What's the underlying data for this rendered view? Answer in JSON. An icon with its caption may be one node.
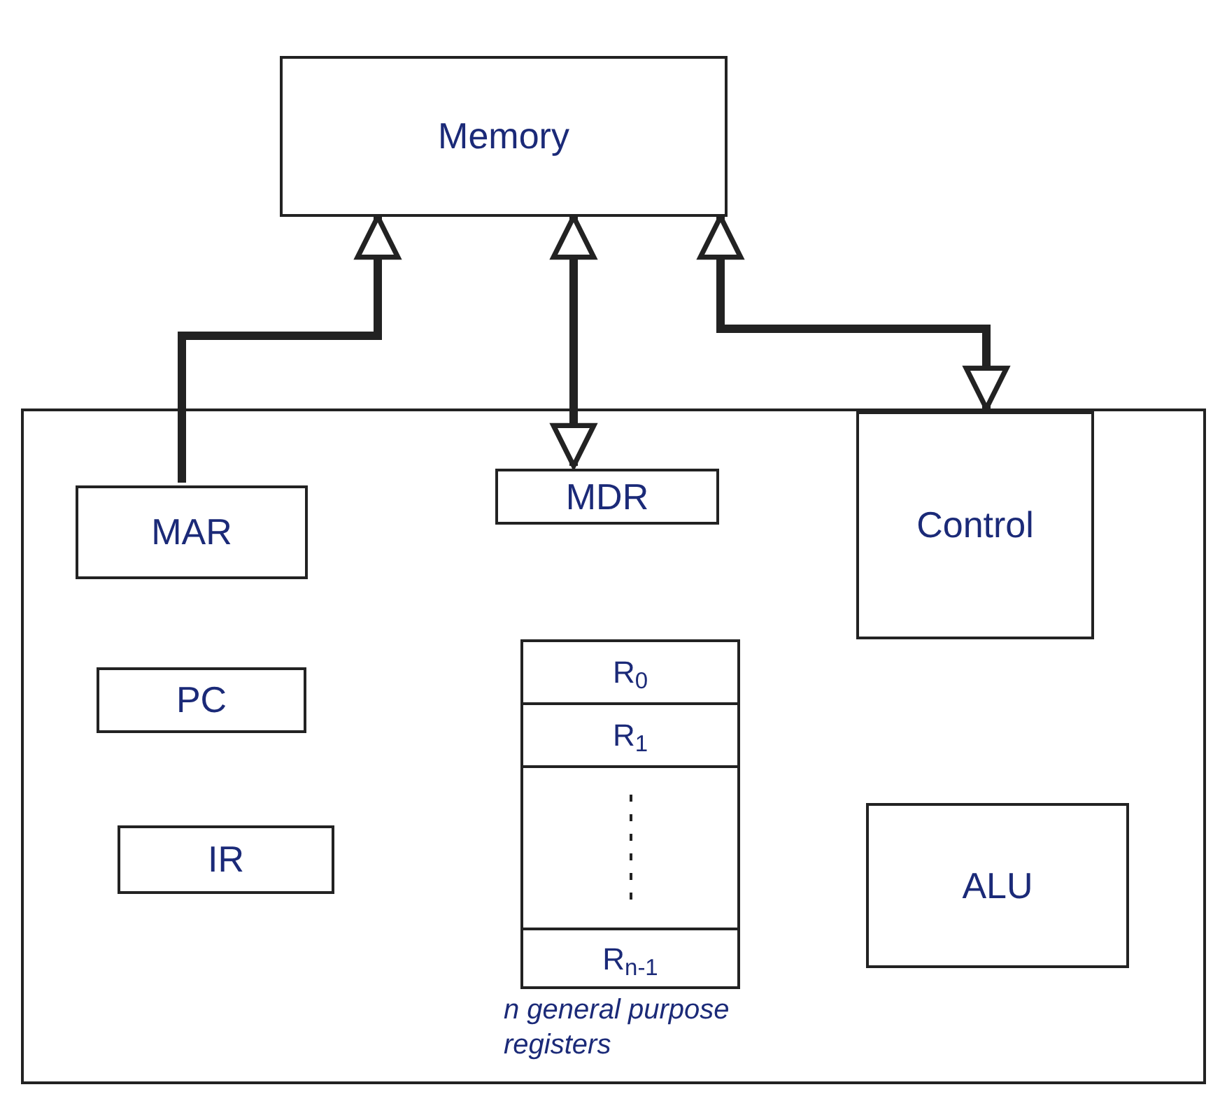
{
  "diagram": {
    "nodes": [
      {
        "text": [
          "Memory"
        ]
      },
      {
        "text": [],
        "shape": "box"
      },
      {
        "text": [
          "MAR"
        ],
        "in": 1
      },
      {
        "text": [
          "MDR"
        ],
        "in": 1
      },
      {
        "text": [
          "Control"
        ],
        "in": 1
      },
      {
        "text": [
          "PC"
        ],
        "in": 1
      },
      {
        "text": [
          "IR"
        ],
        "in": 1
      },
      {
        "text": [
          "R$_{0}$",
          "R$_{1}$",
          "R$_{n-1}$"
        ],
        "in": 1
      },
      {
        "text": [
          "ALU"
        ],
        "in": 1
      }
    ],
    "edges": [
      {
        "from": 2,
        "to": 0,
        "arrow": "to"
      },
      {
        "from": 3,
        "to": 0,
        "arrow": "both"
      },
      {
        "from": 4,
        "to": 0,
        "arrow": "both"
      }
    ],
    "labels": [
      "n general purpose registers"
    ]
  }
}
